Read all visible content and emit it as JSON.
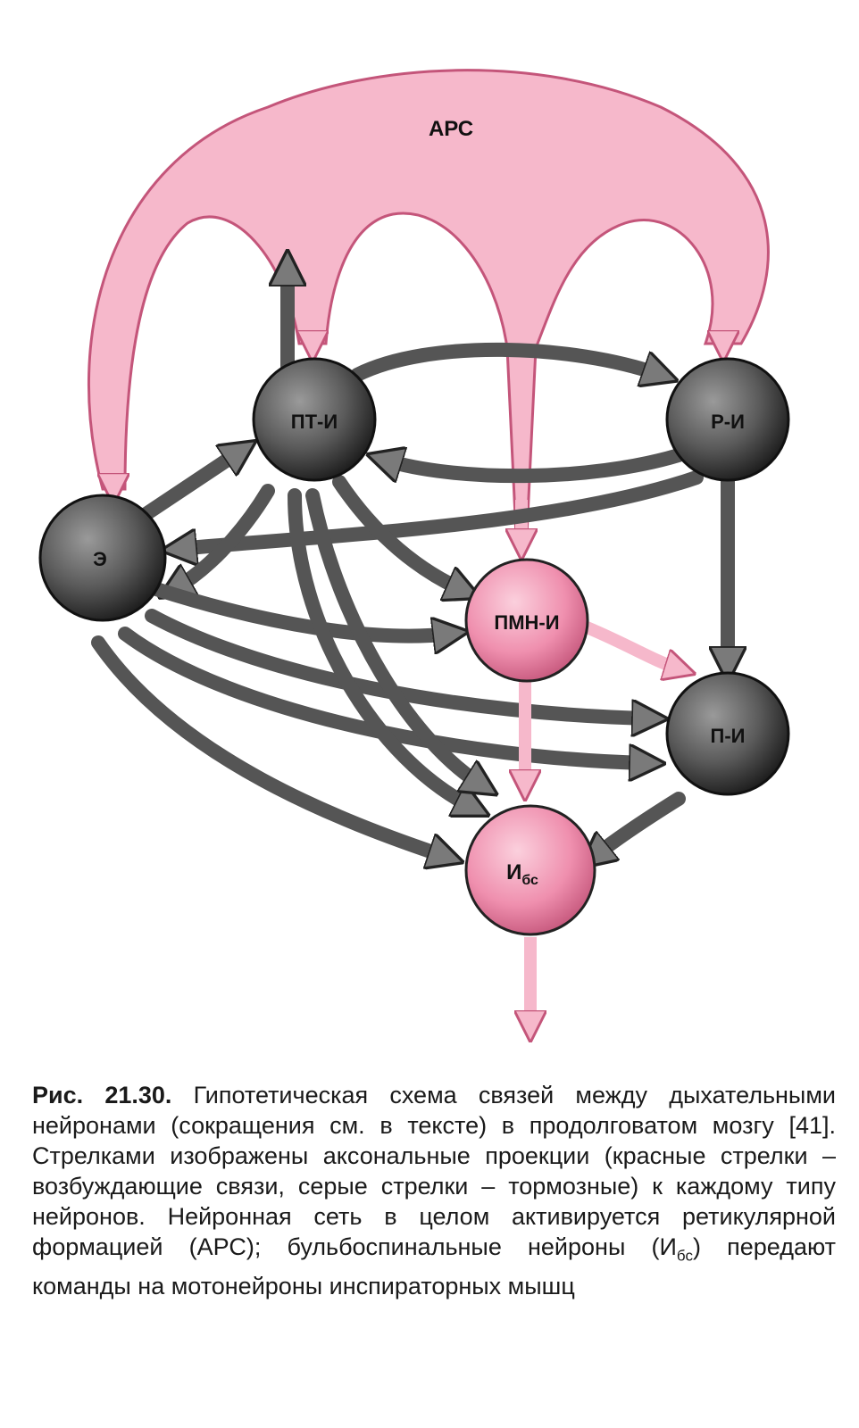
{
  "diagram": {
    "arc_label": "АРС",
    "nodes": {
      "pt_i": "ПТ-И",
      "r_i": "Р-И",
      "e": "Э",
      "pmn_i": "ПМН-И",
      "p_i": "П-И",
      "i_bs_main": "И",
      "i_bs_sub": "бс"
    },
    "colors": {
      "excitatory": "#e8739a",
      "excitatory_fill": "#f6b8cb",
      "inhibitory": "#3c3c3c",
      "inhibitory_fill": "#7d7d7d"
    }
  },
  "caption": {
    "figure_number": "Рис. 21.30.",
    "text_part1": "Гипотетическая схема связей между дыхательными нейронами (сокращения см. в тексте) в продолговатом мозгу [41]. Стрелками изображены аксональные проекции (красные стрелки – возбуждающие связи, серые стрелки – тормозные) к каждому типу нейронов. Нейронная сеть в целом активируется ретикулярной формацией (АРС); бульбоспинальные нейроны (И",
    "subscript": "бс",
    "text_part2": ") передают команды на мотонейроны инспираторных мышц"
  }
}
